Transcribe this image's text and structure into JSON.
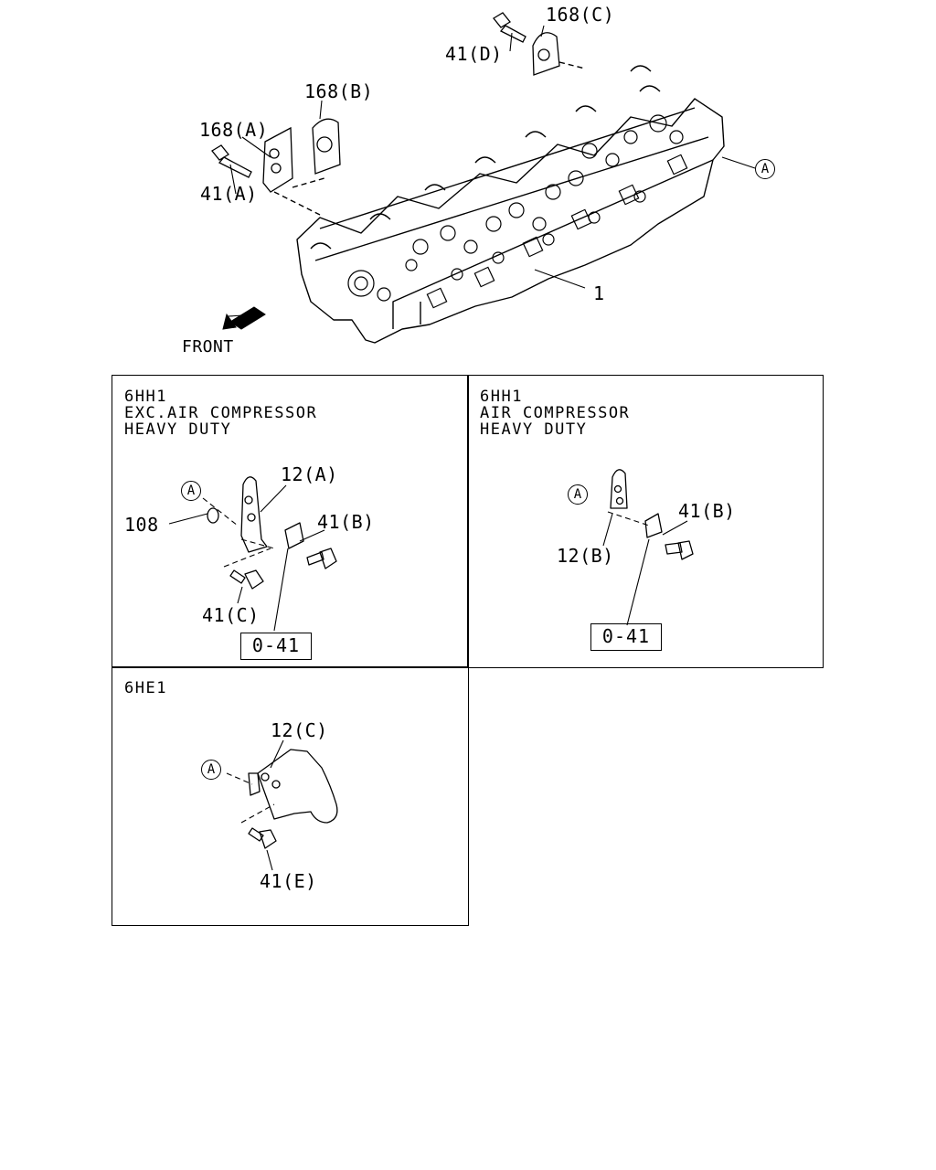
{
  "main_diagram": {
    "callouts": {
      "part_168c": "168(C)",
      "part_41d": "41(D)",
      "part_168b": "168(B)",
      "part_168a": "168(A)",
      "part_41a": "41(A)",
      "part_1": "1",
      "ref_a": "A"
    },
    "front_label": "FRONT"
  },
  "panels": [
    {
      "header": [
        "6HH1",
        "EXC.AIR COMPRESSOR",
        "HEAVY DUTY"
      ],
      "callouts": {
        "ref_a": "A",
        "part_12a": "12(A)",
        "part_108": "108",
        "part_41b": "41(B)",
        "part_41c": "41(C)"
      },
      "ref_box": "0-41"
    },
    {
      "header": [
        "6HH1",
        "AIR COMPRESSOR",
        "HEAVY DUTY"
      ],
      "callouts": {
        "ref_a": "A",
        "part_41b": "41(B)",
        "part_12b": "12(B)"
      },
      "ref_box": "0-41"
    },
    {
      "header": [
        "6HE1"
      ],
      "callouts": {
        "part_12c": "12(C)",
        "ref_a": "A",
        "part_41e": "41(E)"
      }
    }
  ]
}
